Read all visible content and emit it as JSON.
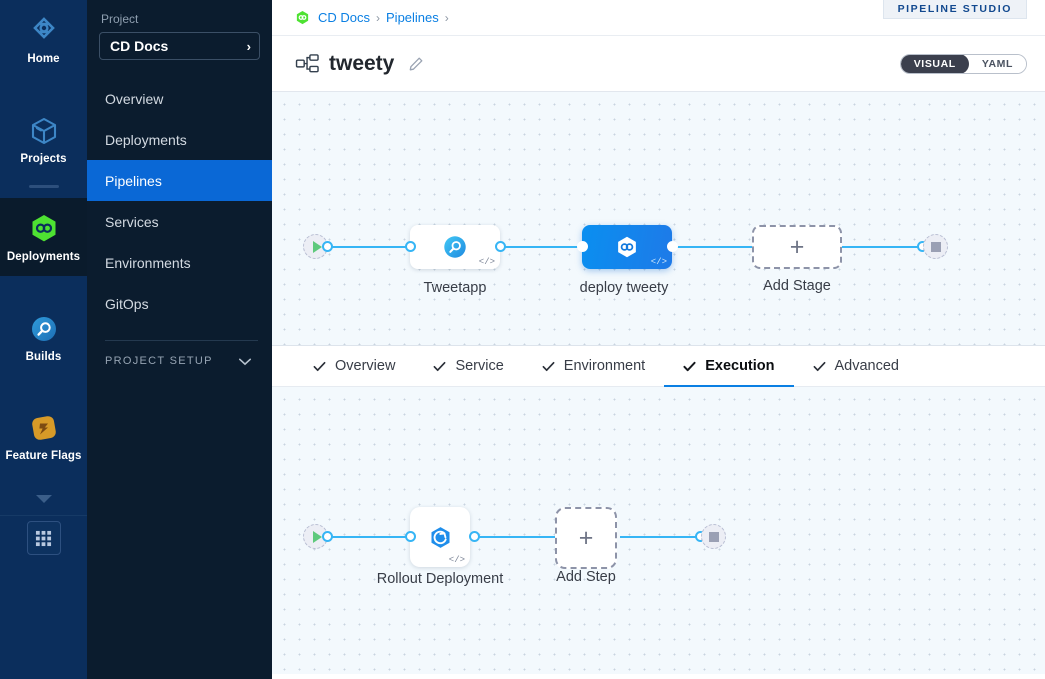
{
  "rail": {
    "items": [
      {
        "label": "Home",
        "icon": "home-diamond-icon",
        "active": false
      },
      {
        "label": "Projects",
        "icon": "cube-icon",
        "active": false
      },
      {
        "label": "Deployments",
        "icon": "deployments-hex-icon",
        "active": true
      },
      {
        "label": "Builds",
        "icon": "builds-circle-icon",
        "active": false
      },
      {
        "label": "Feature Flags",
        "icon": "feature-flags-icon",
        "active": false
      }
    ],
    "more_label": "",
    "launcher_icon": "grid-launcher-icon"
  },
  "sidebar": {
    "project_label": "Project",
    "project_name": "CD Docs",
    "items": [
      {
        "label": "Overview",
        "active": false
      },
      {
        "label": "Deployments",
        "active": false
      },
      {
        "label": "Pipelines",
        "active": true
      },
      {
        "label": "Services",
        "active": false
      },
      {
        "label": "Environments",
        "active": false
      },
      {
        "label": "GitOps",
        "active": false
      }
    ],
    "setup_label": "PROJECT SETUP"
  },
  "header": {
    "ribbon": "PIPELINE STUDIO",
    "breadcrumbs": [
      {
        "label": "CD Docs",
        "link": true
      },
      {
        "label": "Pipelines",
        "link": true
      }
    ],
    "breadcrumb_separator": "›",
    "pipeline_title": "tweety",
    "edit_icon": "pencil-icon",
    "pipeline_icon": "pipeline-nodes-icon",
    "view_toggle": {
      "visual": "VISUAL",
      "yaml": "YAML",
      "selected": "VISUAL"
    }
  },
  "stage_canvas": {
    "start_icon": "play-icon",
    "end_icon": "stop-icon",
    "nodes": [
      {
        "name": "Tweetapp",
        "type": "stage",
        "icon": "build-ci-icon",
        "selected": false,
        "code_badge": "</>"
      },
      {
        "name": "deploy tweety",
        "type": "stage",
        "icon": "deployment-cd-icon",
        "selected": true,
        "code_badge": "</>"
      },
      {
        "name": "Add Stage",
        "type": "add",
        "icon": "plus-icon",
        "selected": false
      }
    ]
  },
  "tabs": [
    {
      "label": "Overview",
      "checked": true,
      "active": false
    },
    {
      "label": "Service",
      "checked": true,
      "active": false
    },
    {
      "label": "Environment",
      "checked": true,
      "active": false
    },
    {
      "label": "Execution",
      "checked": true,
      "active": true
    },
    {
      "label": "Advanced",
      "checked": true,
      "active": false
    }
  ],
  "step_canvas": {
    "start_icon": "play-icon",
    "end_icon": "stop-icon",
    "nodes": [
      {
        "name": "Rollout Deployment",
        "type": "step",
        "icon": "rollout-deployment-icon",
        "code_badge": "</>"
      },
      {
        "name": "Add Step",
        "type": "add",
        "icon": "plus-icon"
      }
    ]
  },
  "colors": {
    "accent_blue": "#0a7fe3",
    "edge_blue": "#36b5f5",
    "rail_bg": "#0b2e5c",
    "rail_active": "#0a1b2c",
    "sidebar_bg": "#0b1c2e",
    "sidebar_active": "#0a68d6",
    "canvas_bg": "#f3f9fd",
    "green": "#5ec97c"
  }
}
